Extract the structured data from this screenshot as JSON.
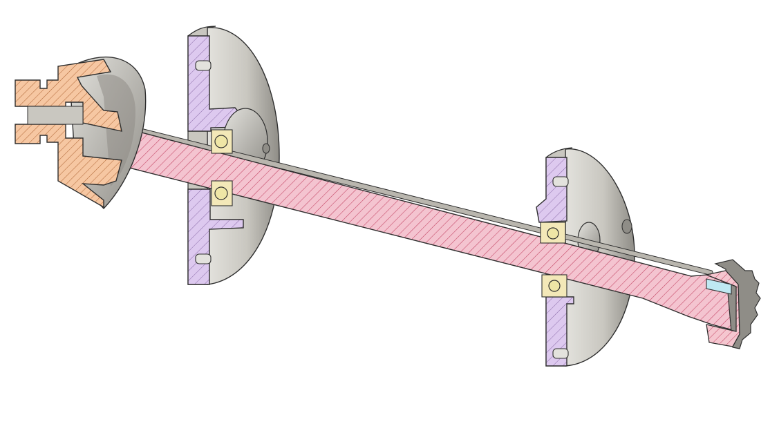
{
  "figure": {
    "kind": "cad-section-view",
    "components": [
      "coupling-hub",
      "left-bearing-flange",
      "right-bearing-flange",
      "shaft",
      "ball-bearing",
      "spur-gear",
      "key"
    ]
  },
  "colors": {
    "background": "#ffffff",
    "shaft_section": "#f4c4d0",
    "shaft_hatch": "#c24060",
    "shaft_surface": "#b9b6ae",
    "coupling_section": "#f6c7a2",
    "coupling_hatch": "#b36a3a",
    "flange_section": "#ddc9ef",
    "flange_hatch": "#8a6aa8",
    "metal_face": "#c9c7c0",
    "metal_dark": "#8f8d87",
    "metal_light": "#e3e2dd",
    "bearing_race": "#f3e8b8",
    "bearing_ball": "#efe6a6",
    "gear_section": "#f5c6cf",
    "key_section": "#bfe9f2",
    "outline": "#2e2e2e"
  }
}
